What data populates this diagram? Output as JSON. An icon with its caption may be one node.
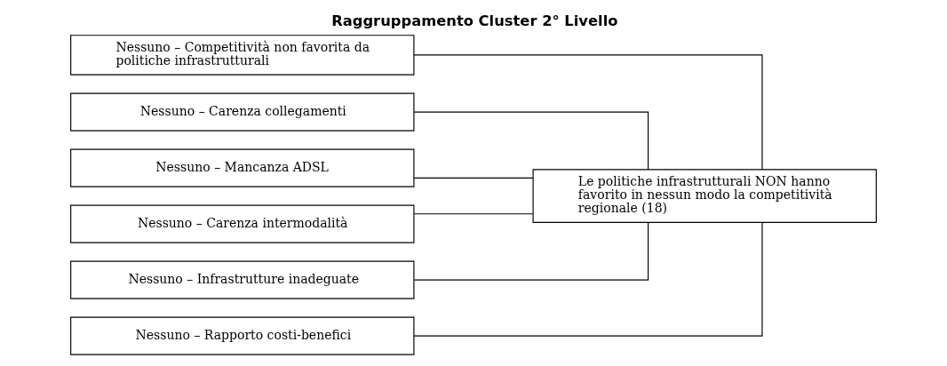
{
  "diagram": {
    "title": "Raggruppamento Cluster 2° Livello",
    "nodes": [
      {
        "text": [
          "Nessuno – Competitività non favorita da politiche infrastrutturali"
        ]
      },
      {
        "text": [
          "Nessuno – Carenza collegamenti"
        ]
      },
      {
        "text": [
          "Nessuno – Mancanza ADSL"
        ]
      },
      {
        "text": [
          "Nessuno – Carenza intermodalità"
        ]
      },
      {
        "text": [
          "Nessuno – Infrastrutture inadeguate"
        ]
      },
      {
        "text": [
          "Nessuno – Rapporto costi-benefici"
        ]
      },
      {
        "text": [
          "Le politiche infrastrutturali NON hanno favorito in nessun modo la competitività regionale (18)"
        ]
      }
    ],
    "edges": [
      {
        "from": 0,
        "to": 6,
        "arrow": "none"
      },
      {
        "from": 1,
        "to": 6,
        "arrow": "none"
      },
      {
        "from": 2,
        "to": 6,
        "arrow": "none"
      },
      {
        "from": 3,
        "to": 6,
        "arrow": "none"
      },
      {
        "from": 4,
        "to": 6,
        "arrow": "none"
      },
      {
        "from": 5,
        "to": 6,
        "arrow": "none"
      }
    ]
  }
}
